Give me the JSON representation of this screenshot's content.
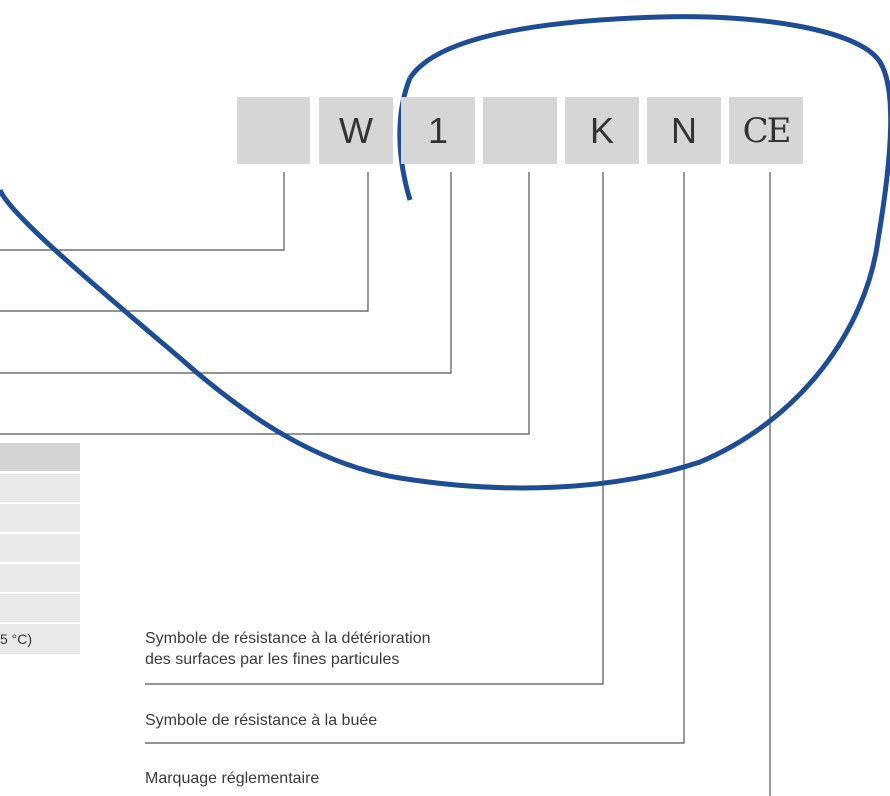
{
  "marking": {
    "boxes": [
      {
        "id": "box-blank-1",
        "text": ""
      },
      {
        "id": "box-w",
        "text": "W"
      },
      {
        "id": "box-1",
        "text": "1"
      },
      {
        "id": "box-blank-2",
        "text": ""
      },
      {
        "id": "box-k",
        "text": "K"
      },
      {
        "id": "box-n",
        "text": "N"
      },
      {
        "id": "box-ce",
        "text": "CE"
      }
    ]
  },
  "labels": {
    "k_symbol": "Symbole de résistance à la détérioration",
    "k_symbol_line2": "des surfaces par les fines particules",
    "n_symbol": "Symbole de résistance à la buée",
    "ce_marking": "Marquage réglementaire"
  },
  "table": {
    "last_row_text": "5 °C)"
  },
  "colors": {
    "lens_outline": "#1f4d94",
    "box_fill": "#d6d6d6",
    "leader_line": "#555555"
  }
}
